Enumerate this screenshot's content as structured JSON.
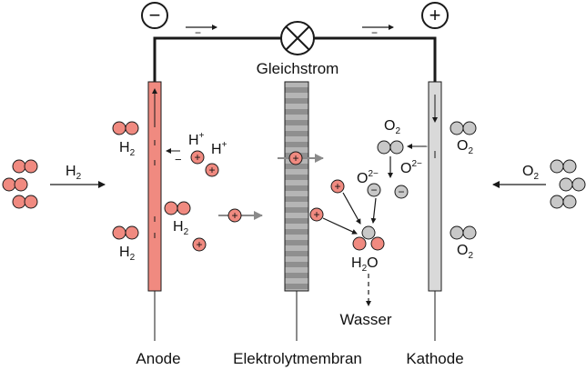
{
  "labels": {
    "minus_sign": "−",
    "plus_sign": "+",
    "gleichstrom": "Gleichstrom",
    "anode": "Anode",
    "membrane": "Elektrolytmembran",
    "kathode": "Kathode",
    "wasser": "Wasser",
    "h2_feed": "H",
    "o2_feed": "O",
    "h2": "H",
    "o2": "O",
    "two": "2",
    "hplus": "H",
    "plus_sup": "+",
    "o2minus": "O",
    "two_minus": "2−",
    "h2o_h": "H",
    "h2o_o": "O",
    "electron": "−"
  },
  "colors": {
    "hydrogen": "#f08a80",
    "oxygen": "#c8c8c8",
    "anode": "#f08a80",
    "cathode": "#d9d9d9",
    "membrane_dark": "#8c8c8c",
    "membrane_light": "#b8b8b8",
    "wire": "#1a1a1a",
    "arrow_gray": "#8a8a8a"
  }
}
